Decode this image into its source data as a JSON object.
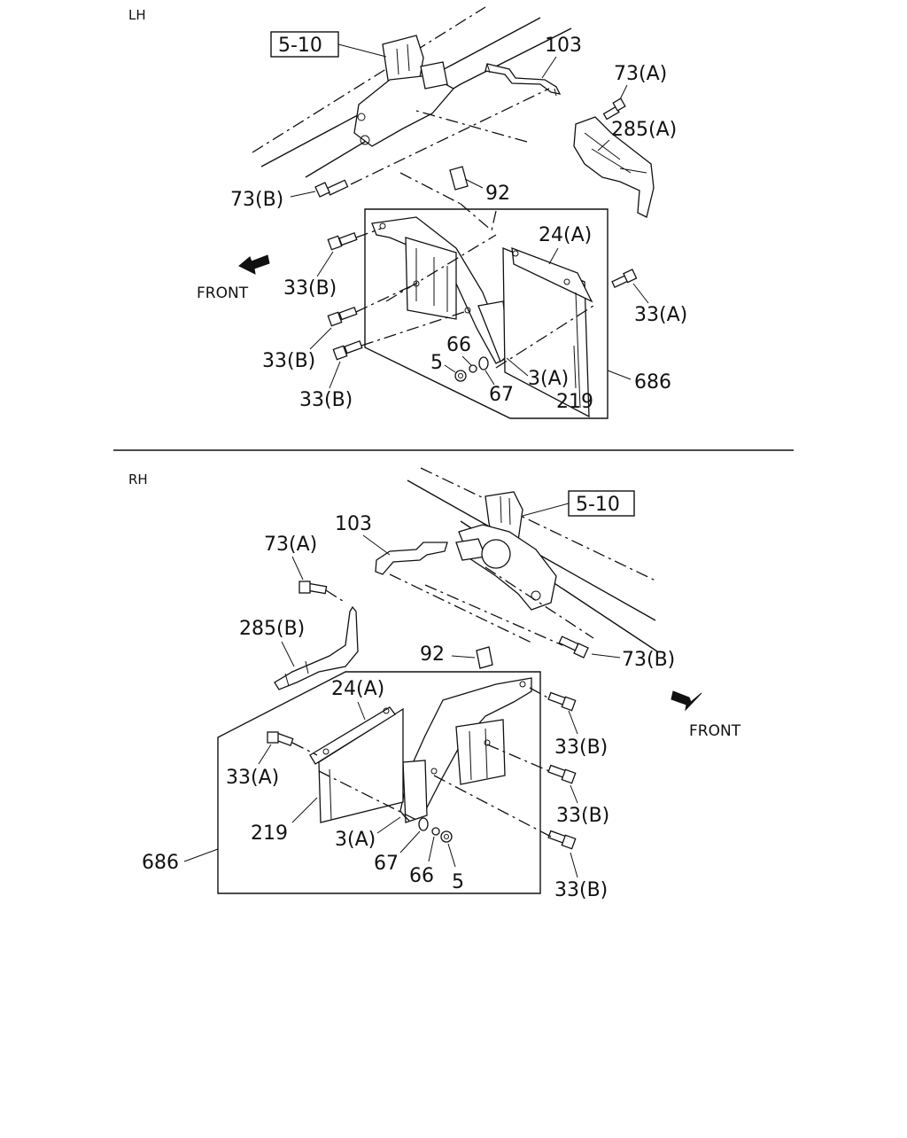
{
  "sections": [
    {
      "id": "lh",
      "title": "LH",
      "front_label": "FRONT",
      "labels": {
        "ref": "5-10",
        "p103": "103",
        "p73a": "73(A)",
        "p285a": "285(A)",
        "p73b": "73(B)",
        "p92": "92",
        "p24a": "24(A)",
        "p33b_1": "33(B)",
        "p33a": "33(A)",
        "p33b_2": "33(B)",
        "p66": "66",
        "p5": "5",
        "p3a": "3(A)",
        "p686": "686",
        "p67": "67",
        "p219": "219",
        "p33b_3": "33(B)"
      }
    },
    {
      "id": "rh",
      "title": "RH",
      "front_label": "FRONT",
      "labels": {
        "ref": "5-10",
        "p103": "103",
        "p73a": "73(A)",
        "p285b": "285(B)",
        "p92": "92",
        "p73b": "73(B)",
        "p24a": "24(A)",
        "p33b_1": "33(B)",
        "p33a": "33(A)",
        "p33b_2": "33(B)",
        "p219": "219",
        "p3a": "3(A)",
        "p686": "686",
        "p67": "67",
        "p66": "66",
        "p5": "5",
        "p33b_3": "33(B)"
      }
    }
  ]
}
